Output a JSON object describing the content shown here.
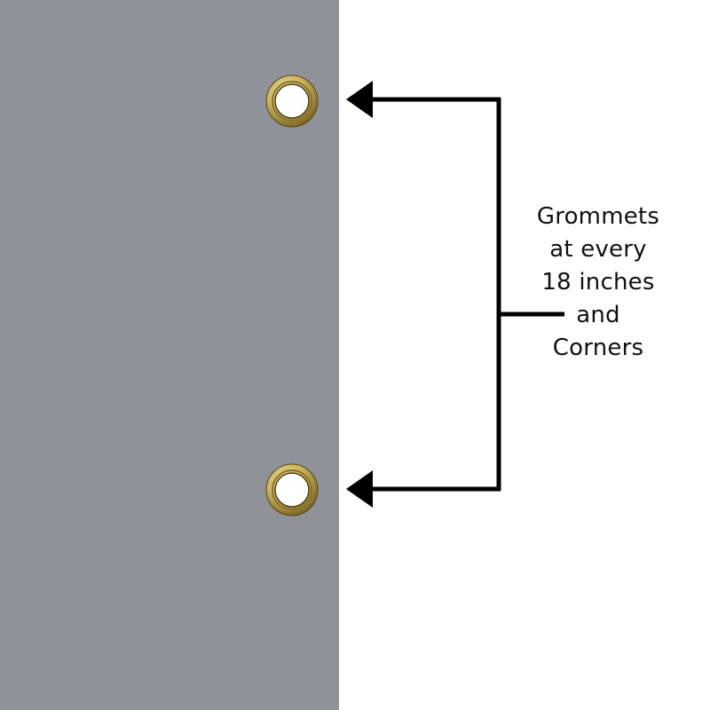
{
  "diagram": {
    "label_lines": [
      "Grommets",
      "at every",
      "18 inches",
      "and",
      "Corners"
    ],
    "colors": {
      "panel": "#8f9399",
      "background": "#ffffff",
      "bracket": "#000000",
      "grommet_ring": "#c9b25a",
      "grommet_highlight": "#f3e7a8",
      "grommet_hole": "#ffffff"
    },
    "icons": {
      "grommet": "brass-grommet-icon",
      "arrow": "arrow-left-icon"
    }
  }
}
